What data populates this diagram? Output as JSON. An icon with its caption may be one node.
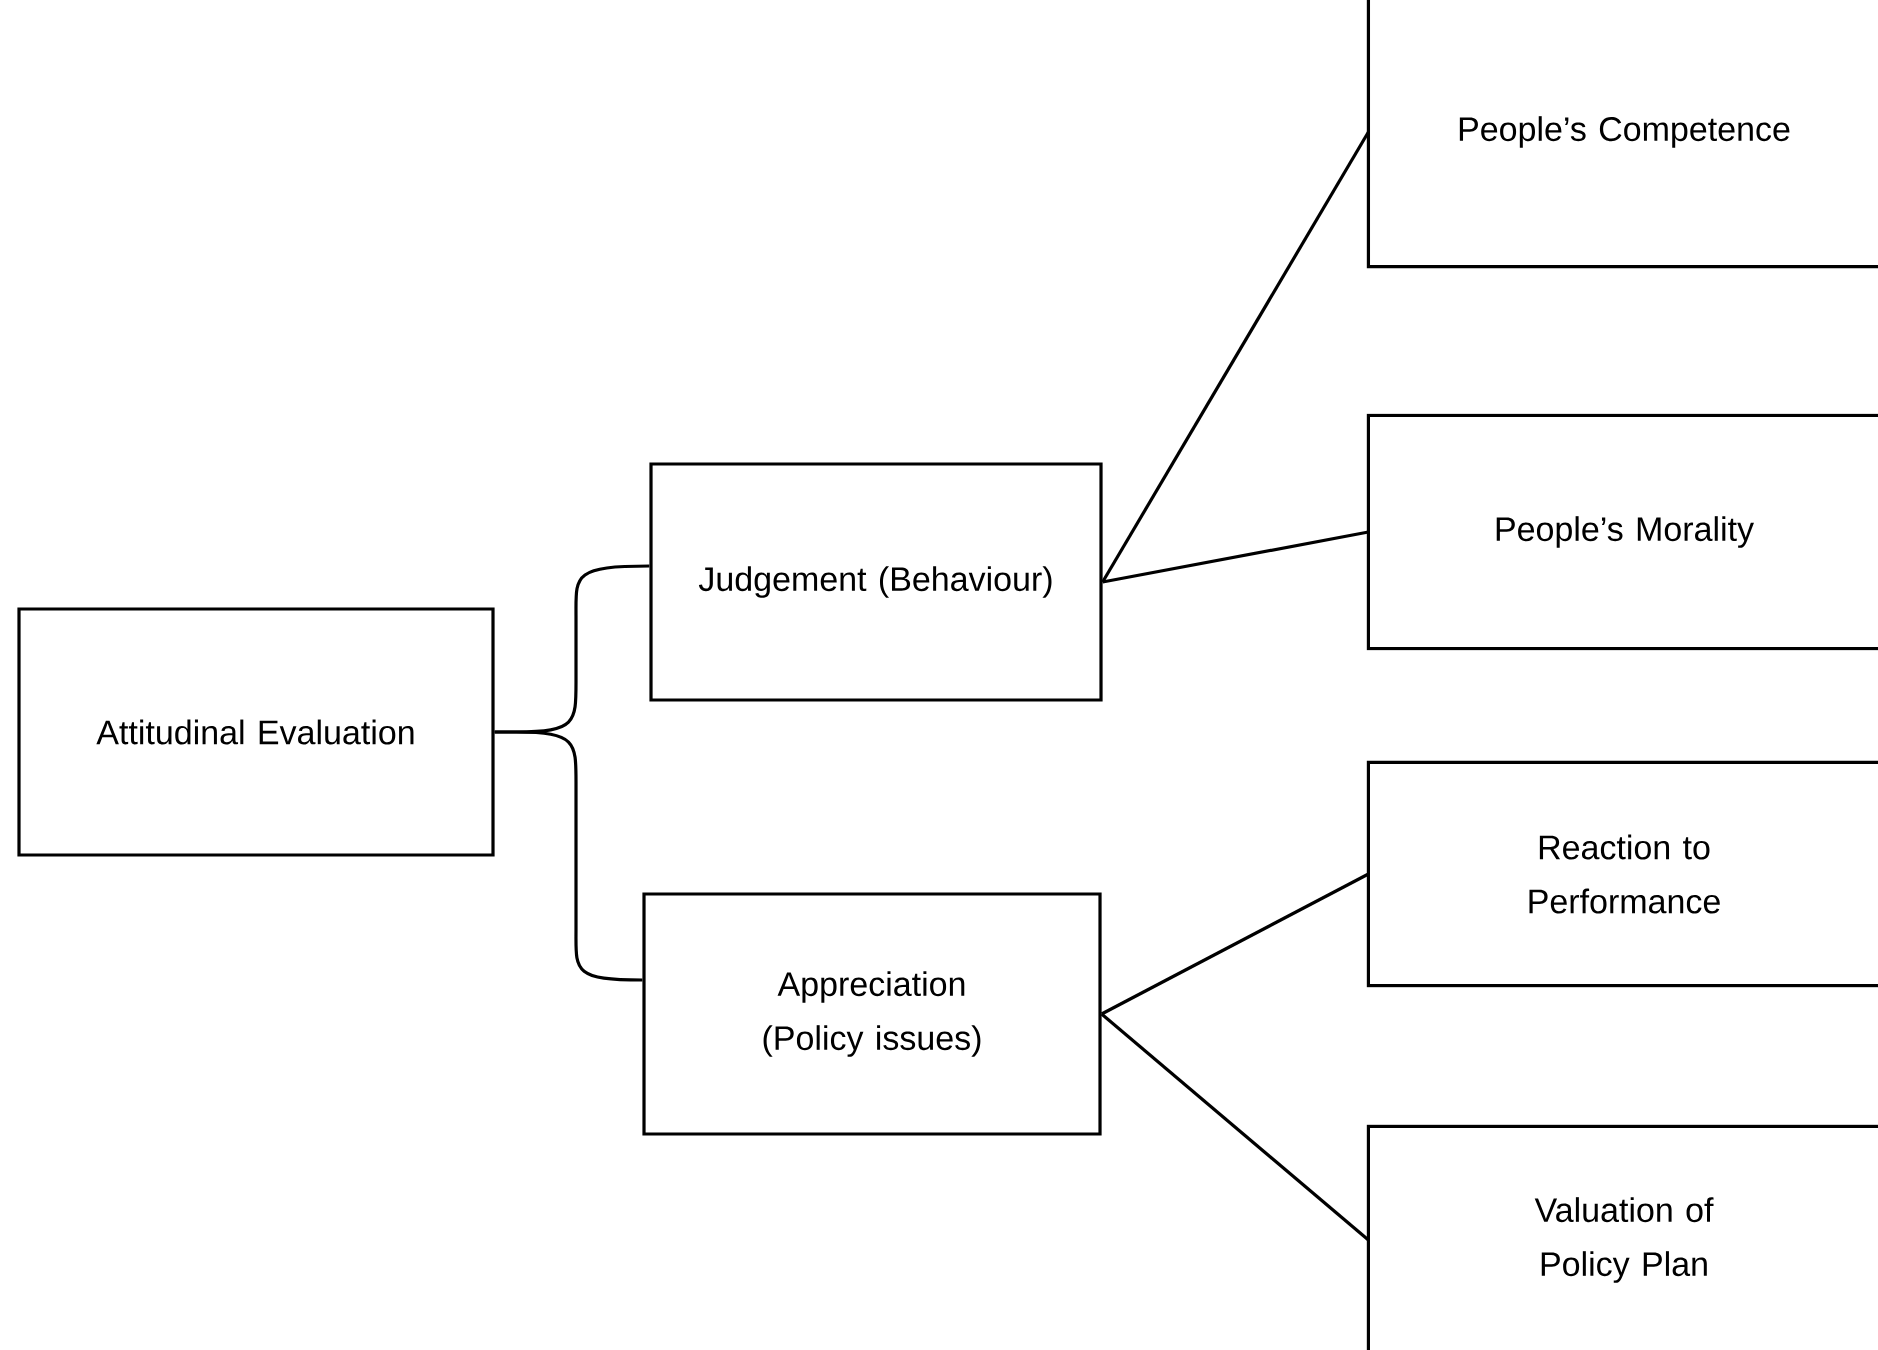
{
  "diagram": {
    "nodes": [
      {
        "text": [
          "Attitudinal Evaluation"
        ]
      },
      {
        "text": [
          "Judgement (Behaviour)"
        ]
      },
      {
        "text": [
          "Appreciation (Policy issues)"
        ]
      },
      {
        "text": [
          "People’s Competence"
        ]
      },
      {
        "text": [
          "People’s Morality"
        ]
      },
      {
        "text": [
          "Reaction to Performance"
        ]
      },
      {
        "text": [
          "Valuation of Policy Plan"
        ]
      }
    ],
    "edges": [
      {
        "from": 0,
        "to": 1,
        "arrow": "none"
      },
      {
        "from": 0,
        "to": 2,
        "arrow": "none"
      },
      {
        "from": 1,
        "to": 3,
        "arrow": "none"
      },
      {
        "from": 1,
        "to": 4,
        "arrow": "none"
      },
      {
        "from": 2,
        "to": 5,
        "arrow": "none"
      },
      {
        "from": 2,
        "to": 6,
        "arrow": "none"
      }
    ]
  }
}
